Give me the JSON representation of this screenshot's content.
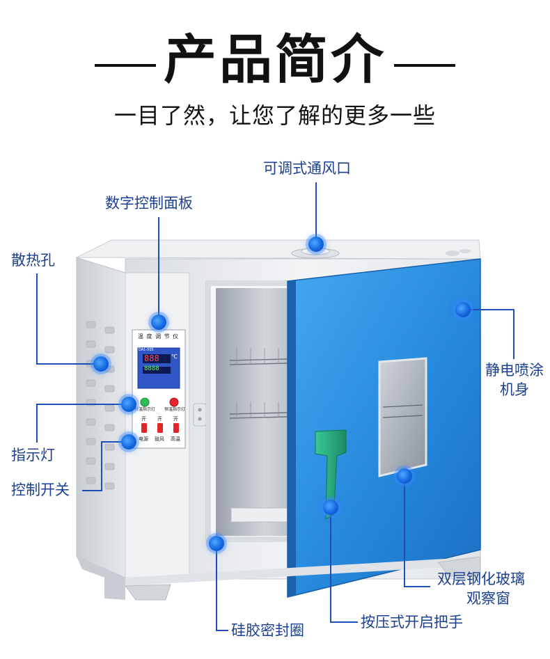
{
  "header": {
    "title": "产品简介",
    "subtitle": "一目了然，让您了解的更多一些"
  },
  "callouts": {
    "vent": "可调式通风口",
    "panel": "数字控制面板",
    "heat_holes": "散热孔",
    "coating_line1": "静电喷涂",
    "coating_line2": "机身",
    "indicator": "指示灯",
    "switch": "控制开关",
    "glass_line1": "双层钢化玻璃",
    "glass_line2": "观察窗",
    "seal": "硅胶密封圈",
    "handle": "按压式开启把手"
  },
  "control_panel": {
    "title": "温 度 调 节 仪",
    "model": "DA1-005",
    "readout_top": "888",
    "unit": "℃",
    "readout_bottom": "8888",
    "lamp_left": "升温指示灯",
    "lamp_right": "恒温指示灯",
    "switch_top_1": "开",
    "switch_top_2": "开",
    "switch_top_3": "开",
    "switch_bottom_1": "电源",
    "switch_bottom_2": "鼓风",
    "switch_bottom_3": "高温"
  },
  "colors": {
    "accent": "#1f4fb4",
    "door": "#2e8fe0",
    "handle": "#23a67d",
    "body": "#e9ebee"
  }
}
